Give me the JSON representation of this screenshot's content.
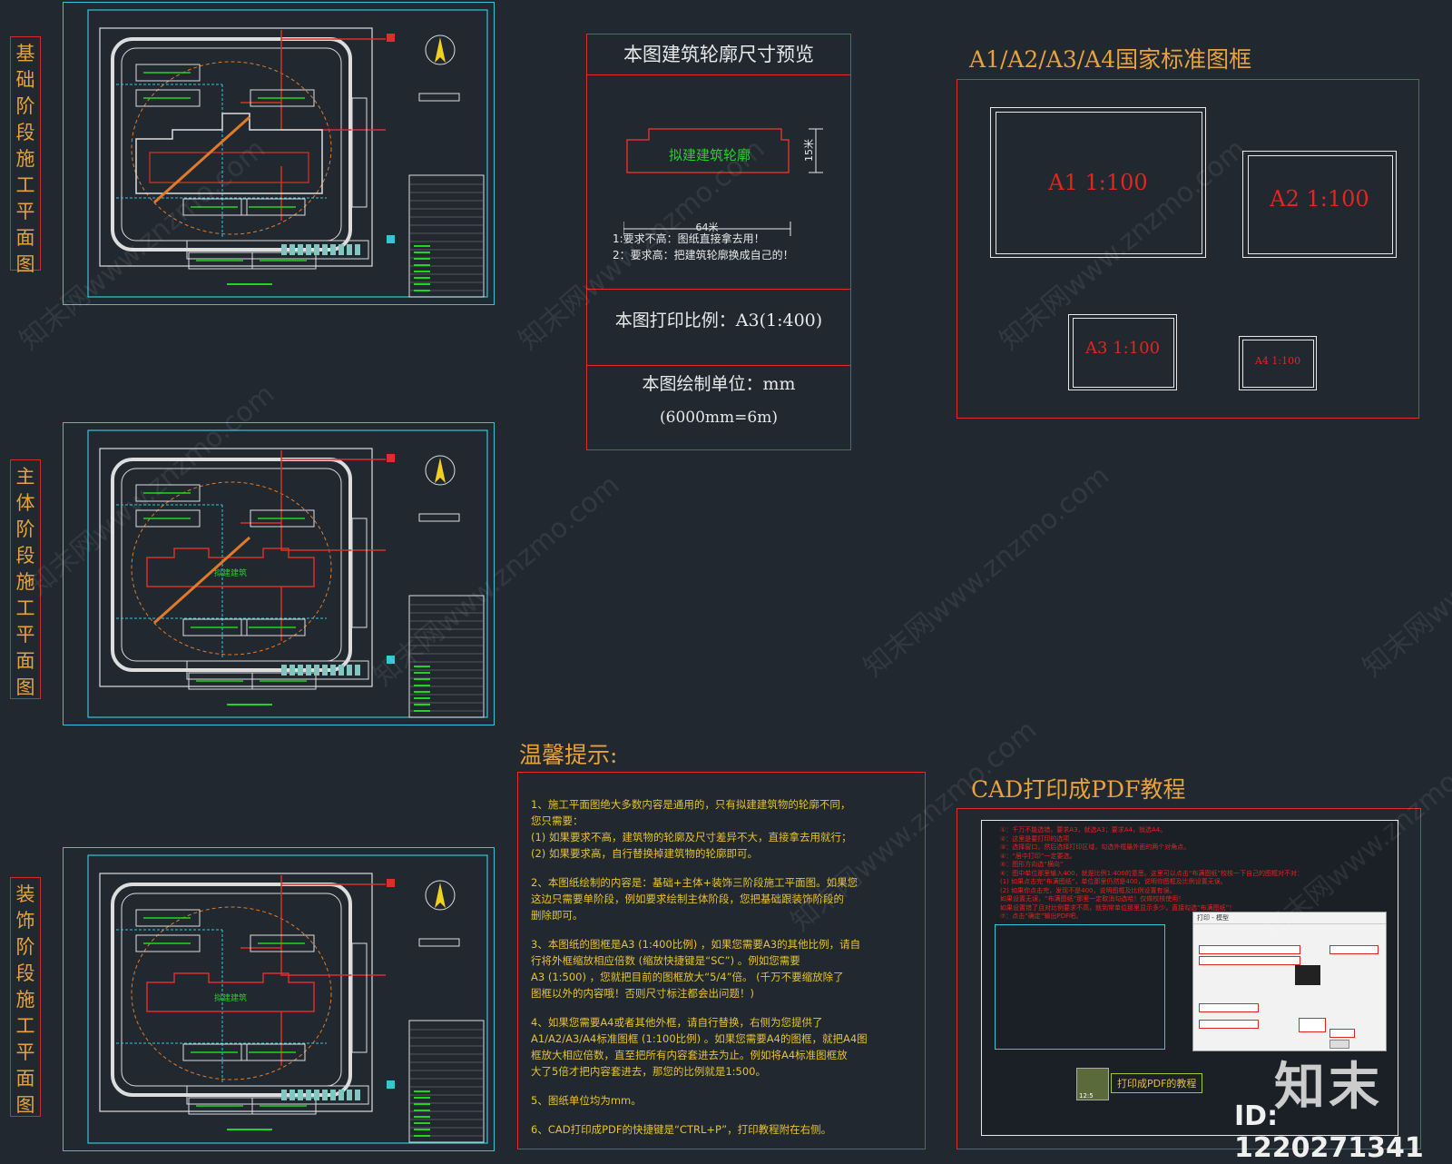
{
  "stages": [
    {
      "label": "基础阶段施工平面图",
      "building_text": ""
    },
    {
      "label": "主体阶段施工平面图",
      "building_text": "拟建建筑"
    },
    {
      "label": "装饰阶段施工平面图",
      "building_text": "拟建建筑"
    }
  ],
  "preview": {
    "title": "本图建筑轮廓尺寸预览",
    "outline_label": "拟建建筑轮廓",
    "dim_width": "64米",
    "dim_height": "15米",
    "note1": "1:要求不高：图纸直接拿去用！",
    "note2": "2：要求高：把建筑轮廓换成自己的！",
    "scale": "本图打印比例：A3(1:400)",
    "unit": "本图绘制单位：mm",
    "unit_note": "(6000mm=6m)"
  },
  "frames": {
    "title": "A1/A2/A3/A4国家标准图框",
    "a1": "A1  1:100",
    "a2": "A2  1:100",
    "a3": "A3  1:100",
    "a4": "A4  1:100"
  },
  "tips": {
    "title": "温馨提示:",
    "items": [
      "1、施工平面图绝大多数内容是通用的，只有拟建建筑物的轮廓不同，\n您只需要：\n(1) 如果要求不高，建筑物的轮廓及尺寸差异不大，直接拿去用就行；\n(2) 如果要求高，自行替换掉建筑物的轮廓即可。",
      "2、本图纸绘制的内容是：基础+主体+装饰三阶段施工平面图。如果您\n这边只需要单阶段，例如要求绘制主体阶段，您把基础跟装饰阶段的\n删除即可。",
      "3、本图纸的图框是A3 (1:400比例) ，如果您需要A3的其他比例，请自\n行将外框缩放相应倍数 (缩放快捷键是“SC”) 。例如您需要\nA3 (1:500) ，您就把目前的图框放大“5/4”倍。 (千万不要缩放除了\n图框以外的内容哦！否则尺寸标注都会出问题！)",
      "4、如果您需要A4或者其他外框，请自行替换，右侧为您提供了\nA1/A2/A3/A4标准图框 (1:100比例) 。如果您需要A4的图框，就把A4图\n框放大相应倍数，直至把所有内容套进去为止。例如将A4标准图框放\n大了5倍才把内容套进去，那您的比例就是1:500。",
      "5、图纸单位均为mm。",
      "6、CAD打印成PDF的快捷键是“CTRL+P”，打印教程附在右侧。"
    ]
  },
  "tutorial": {
    "title": "CAD打印成PDF教程",
    "steps": [
      "①：千万不能选错，要求A3，就选A3；要求A4，就选A4。",
      "②：这里是要打印的选项",
      "③：选择窗口，然后选择打印区域，勾选外框最外面的两个对角点。",
      "④：“居中打印”一定要选。",
      "⑤：图形方向选“横向”",
      "⑥：图中单位那里输入400，就是比例1:400的意思。这里可以点击“布满图纸”校核一下自己的图框对不对：",
      "(1) 如果点击完“布满图纸”，单位那里仍然是400，说明你图框及比例设置无误。",
      "(2) 如果你点击完，发现不是400，说明图框及比例设置有误。",
      "如果设置无误，“布满图纸”那里一定取消勾选哈！仅做校核使用！",
      "如果设置错了且对比例要求不高，就到常单位那里显示多少，直接勾选“布满图纸”！",
      "⑦：点击“确定”输出PDF吧。"
    ],
    "button": "打印成PDF的教程",
    "video_time": "12:5"
  },
  "dialog_title": "打印 - 模型",
  "brand": "知末",
  "watermark": "知末网www.znzmo.com",
  "id_text": "ID: 1220271341",
  "colors": {
    "cyan": "#35c6d6",
    "red": "#d9302b",
    "green": "#22d422",
    "orange": "#e6a23c",
    "bg": "#212830"
  }
}
